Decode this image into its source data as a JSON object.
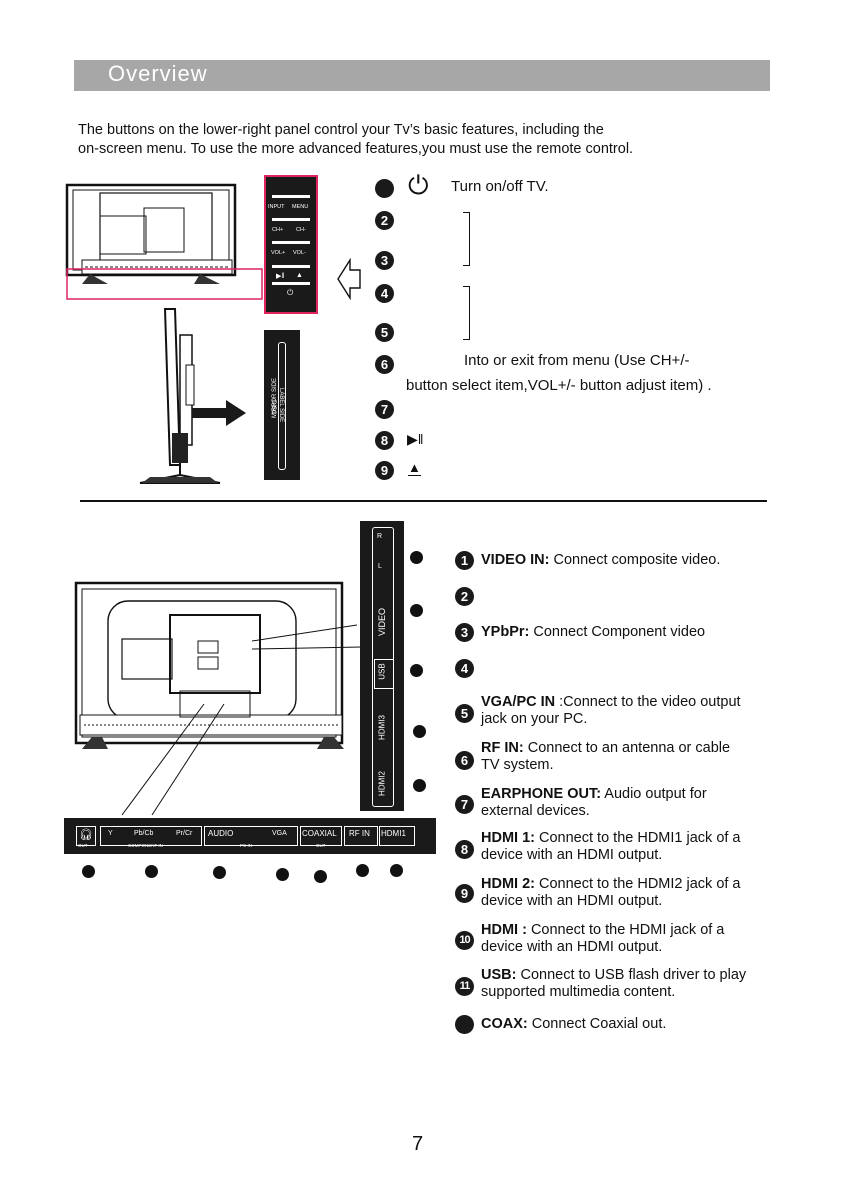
{
  "header": {
    "title": "Overview"
  },
  "intro": {
    "line1": "The buttons on the lower-right panel control your Tv’s basic features, including the",
    "line2": "on-screen menu. To use the more advanced features,you must use the remote control."
  },
  "panel_buttons": {
    "labels": [
      "INPUT",
      "MENU",
      "CH+",
      "CH-",
      "VOL+",
      "VOL-"
    ],
    "items": [
      {
        "num": "",
        "text": "Turn on/off  TV."
      },
      {
        "num": "2",
        "text": ""
      },
      {
        "num": "3",
        "text": ""
      },
      {
        "num": "4",
        "text": ""
      },
      {
        "num": "5",
        "text": ""
      },
      {
        "num": "6",
        "text": "Into or exit from menu (Use CH+/-",
        "text2": "button select item,VOL+/- button adjust item) ."
      },
      {
        "num": "7",
        "text": ""
      },
      {
        "num": "8",
        "text": ""
      },
      {
        "num": "9",
        "text": ""
      }
    ]
  },
  "disc_slot": {
    "label_side": "LABEL SIDE",
    "disc": "DISC",
    "mirror_side": "MIRROR SIDE"
  },
  "side_panel": {
    "r": "R",
    "l": "L",
    "video": "VIDEO",
    "usb": "USB",
    "hdmi3": "HDMI3",
    "hdmi2": "HDMI2"
  },
  "bottom_panel": {
    "out": "OUT",
    "y": "Y",
    "pbcb": "Pb/Cb",
    "prcr": "Pr/Cr",
    "component_in": "COMPONENT  IN",
    "audio": "AUDIO",
    "vga": "VGA",
    "pc_in": "PC IN",
    "coaxial": "COAXIAL",
    "coax_out": "OUT",
    "rfin": "RF IN",
    "hdmi1": "HDMI1"
  },
  "connectors": [
    {
      "num": "1",
      "label": "VIDEO IN:",
      "desc": "Connect composite video."
    },
    {
      "num": "2",
      "label": "",
      "desc": ""
    },
    {
      "num": "3",
      "label": "YPbPr:",
      "desc": "Connect Component video"
    },
    {
      "num": "4",
      "label": "",
      "desc": ""
    },
    {
      "num": "5",
      "label": "VGA/PC IN",
      "desc": ":Connect to the video output",
      "desc2": "jack on your PC."
    },
    {
      "num": "6",
      "label": "RF  IN:",
      "desc": "Connect to an antenna or cable",
      "desc2": "TV system."
    },
    {
      "num": "7",
      "label": "EARPHONE OUT:",
      "desc": "Audio  output  for",
      "desc2": "external  devices."
    },
    {
      "num": "8",
      "label": "HDMI 1:",
      "desc": "Connect to the HDMI1 jack of a",
      "desc2": "device with an HDMI  output."
    },
    {
      "num": "9",
      "label": "HDMI 2:",
      "desc": "Connect to the HDMI2 jack of a",
      "desc2": "device with an HDMI  output."
    },
    {
      "num": "10",
      "label": "HDMI   :",
      "desc": "Connect to the HDMI   jack of a",
      "desc2": "device with an HDMI  output."
    },
    {
      "num": "11",
      "label": "USB:",
      "desc": "Connect to USB flash driver to play",
      "desc2": "supported multimedia content."
    },
    {
      "num": "",
      "label": "COAX:",
      "desc": "Connect Coaxial out."
    }
  ],
  "page_number": "7",
  "colors": {
    "title_bar": "#a7a7a7",
    "highlight_pink": "#e0245e",
    "panel_black": "#1a1a1a"
  }
}
